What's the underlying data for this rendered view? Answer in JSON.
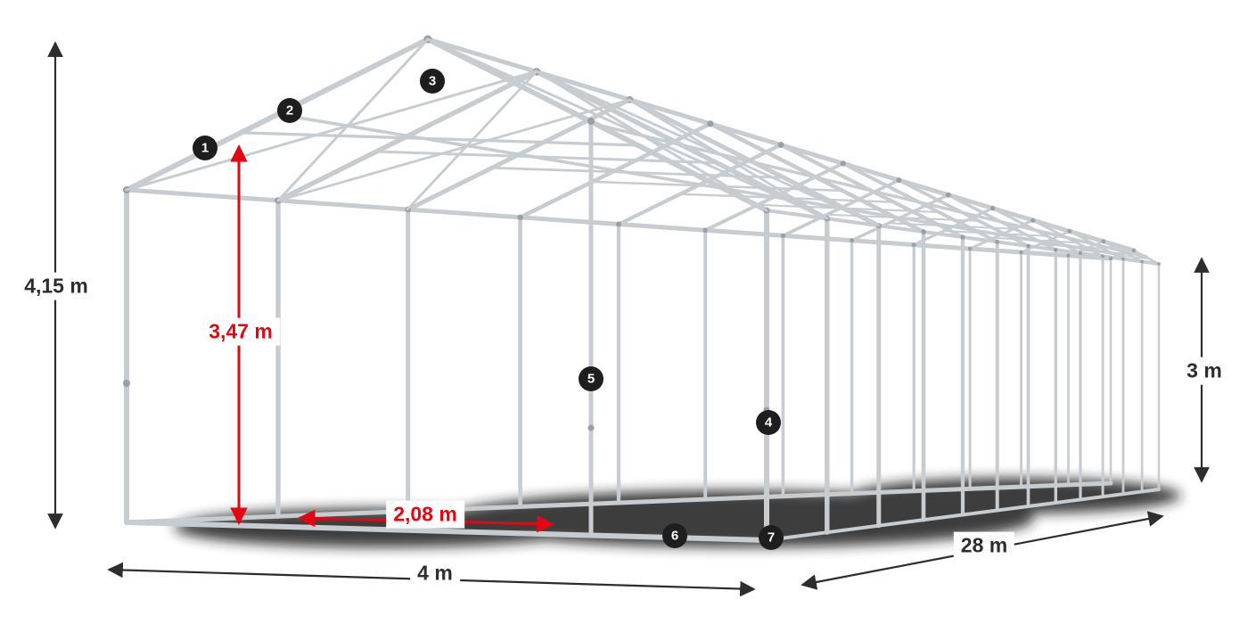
{
  "diagram": {
    "labels": {
      "total_height": "4,15 m",
      "clear_height": "3,47 m",
      "side_height": "3 m",
      "bay_width": "2,08 m",
      "width": "4 m",
      "length": "28 m"
    },
    "markers": [
      {
        "label": "1"
      },
      {
        "label": "2"
      },
      {
        "label": "3"
      },
      {
        "label": "4"
      },
      {
        "label": "5"
      },
      {
        "label": "6"
      },
      {
        "label": "7"
      }
    ],
    "colors": {
      "dimension_red": "#e30613",
      "dimension_dark": "#2d2d2d",
      "frame_tube": "#c7ccd1",
      "frame_joint": "#999fa6",
      "marker_bg": "#1e1e1e",
      "shadow": "#1e1e1e"
    }
  }
}
